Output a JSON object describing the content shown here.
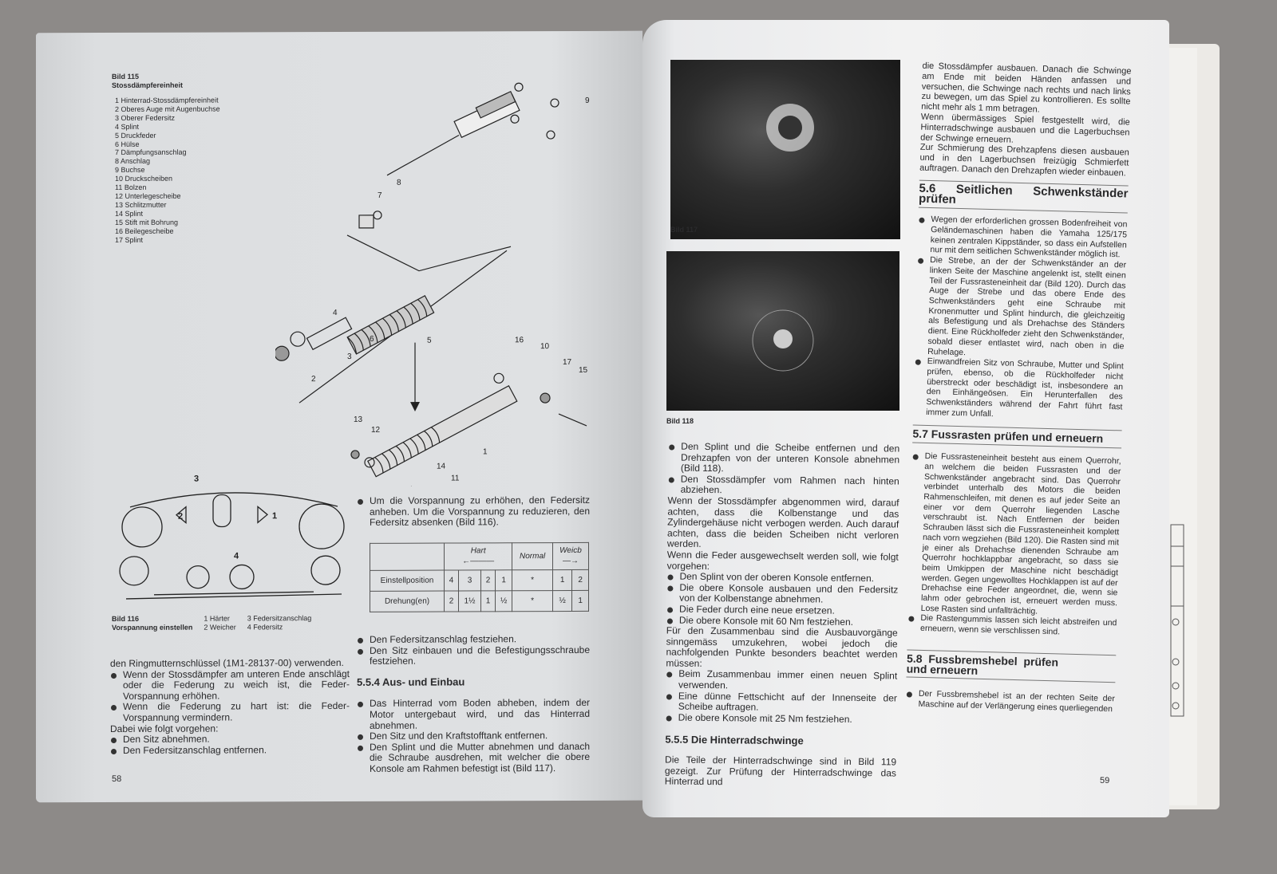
{
  "left_page": {
    "fig115": {
      "title": "Bild 115",
      "subtitle": "Stossdämpfereinheit",
      "parts": [
        "1 Hinterrad-Stossdämpfereinheit",
        "2 Oberes Auge mit Augenbuchse",
        "3 Oberer Federsitz",
        "4 Splint",
        "5 Druckfeder",
        "6 Hülse",
        "7 Dämpfungsanschlag",
        "8 Anschlag",
        "9 Buchse",
        "10 Druckscheiben",
        "11 Bolzen",
        "12 Unterlegescheibe",
        "13 Schlitzmutter",
        "14 Splint",
        "15 Stift mit Bohrung",
        "16 Beilegescheibe",
        "17 Splint"
      ],
      "callouts": [
        "9",
        "8",
        "7",
        "4",
        "6",
        "5",
        "3",
        "2",
        "16",
        "10",
        "17",
        "15",
        "13",
        "12",
        "1",
        "14",
        "11"
      ]
    },
    "fig116": {
      "title": "Bild 116",
      "subtitle": "Vorspannung einstellen",
      "legend": [
        "1 Härter",
        "2 Weicher",
        "3 Federsitzanschlag",
        "4 Federsitz"
      ],
      "callouts": [
        "3",
        "2",
        "1",
        "4"
      ]
    },
    "col1": {
      "intro": "den Ringmutternschlüssel (1M1-28137-00) verwenden.",
      "bullets": [
        "Wenn der Stossdämpfer am unteren Ende anschlägt oder die Federung zu weich ist, die Feder-Vorspannung erhöhen.",
        "Wenn die Federung zu hart ist: die Feder-Vorspannung vermindern."
      ],
      "text": "Dabei wie folgt vorgehen:",
      "bullets2": [
        "Den Sitz abnehmen.",
        "Den Federsitzanschlag entfernen."
      ]
    },
    "col2": {
      "bullet_top": "Um die Vorspannung zu erhöhen, den Federsitz anheben. Um die Vorspannung zu reduzieren, den Federsitz absenken (Bild 116).",
      "table": {
        "headers": [
          "Hart",
          "Normal",
          "Weicb"
        ],
        "rows": [
          {
            "label": "Einstellposition",
            "cells": [
              "4",
              "3",
              "2",
              "1",
              "*",
              "1",
              "2"
            ]
          },
          {
            "label": "Drehung(en)",
            "cells": [
              "2",
              "1½",
              "1",
              "½",
              "*",
              "½",
              "1"
            ]
          }
        ]
      },
      "bullets": [
        "Den Federsitzanschlag festziehen.",
        "Den Sitz einbauen und die Befestigungsschraube festziehen."
      ],
      "section": "5.5.4  Aus- und Einbau",
      "bullets2": [
        "Das Hinterrad vom Boden abheben, indem der Motor untergebaut wird, und das Hinterrad abnehmen.",
        "Den Sitz und den Kraftstofftank entfernen.",
        "Den Splint und die Mutter abnehmen und danach die Schraube ausdrehen, mit welcher die obere Konsole am Rahmen befestigt ist (Bild 117)."
      ]
    },
    "page_number": "58"
  },
  "right_page": {
    "fig117": "Bild 117",
    "fig118": "Bild 118",
    "col1": {
      "bullets": [
        "Den Splint und die Scheibe entfernen und den Drehzapfen von der unteren Konsole abnehmen (Bild 118).",
        "Den Stossdämpfer vom Rahmen nach hinten abziehen."
      ],
      "p1": "Wenn der Stossdämpfer abgenommen wird, darauf achten, dass die Kolbenstange und das Zylindergehäuse nicht verbogen werden. Auch darauf achten, dass die beiden Scheiben nicht verloren werden.",
      "p2": "Wenn die Feder ausgewechselt werden soll, wie folgt vorgehen:",
      "bullets2": [
        "Den Splint von der oberen Konsole entfernen.",
        "Die obere Konsole ausbauen und den Federsitz von der Kolbenstange abnehmen.",
        "Die Feder durch eine neue ersetzen.",
        "Die obere Konsole mit 60 Nm festziehen."
      ],
      "p3": "Für den Zusammenbau sind die Ausbauvorgänge sinngemäss umzukehren, wobei jedoch die nachfolgenden Punkte besonders beachtet werden müssen:",
      "bullets3": [
        "Beim Zusammenbau immer einen neuen Splint verwenden.",
        "Eine dünne Fettschicht auf der Innenseite der Scheibe auftragen.",
        "Die obere Konsole mit 25 Nm festziehen."
      ],
      "section": "5.5.5  Die Hinterradschwinge",
      "p4": "Die Teile der Hinterradschwinge sind in Bild 119 gezeigt. Zur Prüfung der Hinterradschwinge das Hinterrad und"
    },
    "col2": {
      "p1": "die Stossdämpfer ausbauen. Danach die Schwinge am Ende mit beiden Händen anfassen und versuchen, die Schwinge nach rechts und nach links zu bewegen, um das Spiel zu kontrollieren. Es sollte nicht mehr als 1 mm betragen.",
      "p2": "Wenn übermässiges Spiel festgestellt wird, die Hinterradschwinge ausbauen und die Lagerbuchsen der Schwinge erneuern.",
      "p3": "Zur Schmierung des Drehzapfens diesen ausbauen und in den Lagerbuchsen freizügig Schmierfett auftragen. Danach den Drehzapfen wieder einbauen.",
      "s56": "5.6  Seitlichen Schwenkständer prüfen",
      "b56": [
        "Wegen der erforderlichen grossen Bodenfreiheit von Geländemaschinen haben die Yamaha 125/175 keinen zentralen Kippständer, so dass ein Aufstellen nur mit dem seitlichen Schwenkständer möglich ist.",
        "Die Strebe, an der der Schwenkständer an der linken Seite der Maschine angelenkt ist, stellt einen Teil der Fussrasteneinheit dar (Bild 120). Durch das Auge der Strebe und das obere Ende des Schwenkständers geht eine Schraube mit Kronenmutter und Splint hindurch, die gleichzeitig als Befestigung und als Drehachse des Ständers dient. Eine Rückholfeder zieht den Schwenkständer, sobald dieser entlastet wird, nach oben in die Ruhelage.",
        "Einwandfreien Sitz von Schraube, Mutter und Splint prüfen, ebenso, ob die Rückholfeder nicht überstreckt oder beschädigt ist, insbesondere an den Einhängeösen. Ein Herunterfallen des Schwenkständers während der Fahrt führt fast immer zum Unfall."
      ],
      "s57": "5.7  Fussrasten prüfen und erneuern",
      "b57": [
        "Die Fussrasteneinheit besteht aus einem Querrohr, an welchem die beiden Fussrasten und der Schwenkständer angebracht sind. Das Querrohr verbindet unterhalb des Motors die beiden Rahmenschleifen, mit denen es auf jeder Seite an einer vor dem Querrohr liegenden Lasche verschraubt ist. Nach Entfernen der beiden Schrauben lässt sich die Fussrasteneinheit komplett nach vorn wegziehen (Bild 120). Die Rasten sind mit je einer als Drehachse dienenden Schraube am Querrohr hochklappbar angebracht, so dass sie beim Umkippen der Maschine nicht beschädigt werden. Gegen ungewolltes Hochklappen ist auf der Drehachse eine Feder angeordnet, die, wenn sie lahm oder gebrochen ist, erneuert werden muss. Lose Rasten sind unfallträchtig.",
        "Die Rastengummis lassen sich leicht abstreifen und erneuern, wenn sie verschlissen sind."
      ],
      "s58": "5.8  Fussbremshebel prüfen und erneuern",
      "b58": "Der Fussbremshebel ist an der rechten Seite der Maschine auf der Verlängerung eines querliegenden"
    },
    "page_number": "59"
  }
}
